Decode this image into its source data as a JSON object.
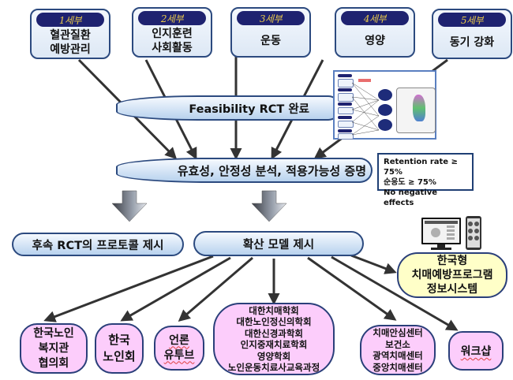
{
  "work_packages": [
    {
      "tag": "1세부",
      "name": "혈관질환\n예방관리"
    },
    {
      "tag": "2세부",
      "name": "인지훈련\n사회활동"
    },
    {
      "tag": "3세부",
      "name": "운동"
    },
    {
      "tag": "4세부",
      "name": "영양"
    },
    {
      "tag": "5세부",
      "name": "동기 강화"
    }
  ],
  "feasibility_banner": "Feasibility RCT 완료",
  "efficacy_banner": "유효성, 안정성 분석, 적용가능성 증명",
  "criteria": [
    "Retention rate ≥ 75%",
    "순응도 ≥ 75%",
    "No negative effects"
  ],
  "followup_banner": "후속 RCT의 프로토콜 제시",
  "diffusion_banner": "확산 모델 제시",
  "info_system": "한국형\n치매예방프로그램\n정보시스템",
  "targets": [
    {
      "label": "한국노인\n복지관\n협의회"
    },
    {
      "label": "한국\n노인회"
    },
    {
      "label": "언론\n유투브"
    },
    {
      "label": "대한치매학회\n대한노인정신의학회\n대한신경과학회\n인지중재치료학회\n영양학회\n노인운동치료사교육과정"
    },
    {
      "label": "치매안심센터\n보건소\n광역치매센터\n중앙치매센터"
    },
    {
      "label": "워크샵"
    }
  ],
  "colors": {
    "wp_tag_bg": "#1e2270",
    "wp_tag_text": "#e8c84a",
    "border_navy": "#2c4a7f",
    "target_pink": "#fccdfb",
    "system_yellow": "#ffffc8",
    "arrow": "#333333"
  }
}
